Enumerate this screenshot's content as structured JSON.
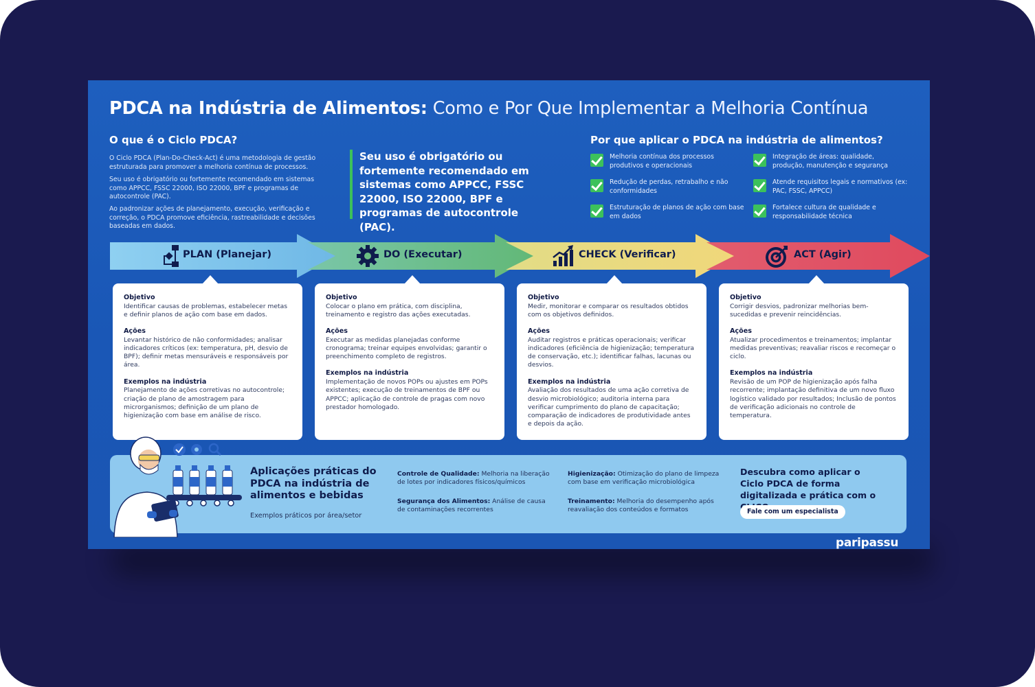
{
  "title": {
    "bold": "PDCA na Indústria de Alimentos:",
    "light": " Como e Por Que Implementar a Melhoria Contínua"
  },
  "intro": {
    "heading": "O que é o Ciclo PDCA?",
    "p1": "O Ciclo PDCA (Plan-Do-Check-Act) é uma metodologia de gestão estruturada para promover a melhoria contínua de processos.",
    "p2": "Seu uso é obrigatório ou fortemente recomendado em sistemas como APPCC, FSSC 22000, ISO 22000, BPF e programas de autocontrole (PAC).",
    "p3": "Ao padronizar ações de planejamento, execução, verificação e correção, o PDCA promove eficiência, rastreabilidade e decisões baseadas em dados."
  },
  "callout": "Seu uso é obrigatório ou fortemente recomendado em sistemas como APPCC, FSSC 22000, ISO 22000, BPF e programas de autocontrole (PAC).",
  "why": {
    "heading": "Por que aplicar o PDCA na indústria de alimentos?",
    "items": [
      "Melhoria contínua dos processos produtivos e operacionais",
      "Redução de perdas, retrabalho e não conformidades",
      "Estruturação de planos de ação com base em dados",
      "Integração de áreas: qualidade, produção, manutenção e segurança",
      "Atende requisitos legais e normativos (ex: PAC, FSSC, APPCC)",
      "Fortalece cultura de qualidade e responsabilidade técnica"
    ]
  },
  "phases": [
    {
      "label": "PLAN (Planejar)",
      "icon": "flowchart-icon",
      "color": "#7cc3ea",
      "objetivo": "Identificar causas de problemas, estabelecer metas e definir planos de ação com base em dados.",
      "acoes": "Levantar histórico de não conformidades; analisar indicadores críticos (ex: temperatura, pH, desvio de BPF); definir metas mensuráveis e responsáveis por área.",
      "exemplos": "Planejamento de ações corretivas no autocontrole; criação de plano de amostragem para microrganismos; definição de um plano de higienização com base em análise de risco."
    },
    {
      "label": "DO (Executar)",
      "icon": "gear-icon",
      "color": "#6bbe82",
      "objetivo": "Colocar o plano em prática, com disciplina, treinamento e registro das ações executadas.",
      "acoes": "Executar as medidas planejadas conforme cronograma; treinar equipes envolvidas; garantir o preenchimento completo de registros.",
      "exemplos": "Implementação de novos POPs ou ajustes em POPs existentes; execução de treinamentos de BPF ou APPCC; aplicação de controle de pragas com novo prestador homologado."
    },
    {
      "label": "CHECK (Verificar)",
      "icon": "bar-chart-icon",
      "color": "#ecd98a",
      "objetivo": "Medir, monitorar e comparar os resultados obtidos com os objetivos definidos.",
      "acoes": "Auditar registros e práticas operacionais; verificar indicadores (eficiência de higienização; temperatura de conservação, etc.); identificar falhas, lacunas ou desvios.",
      "exemplos": "Avaliação dos resultados de uma ação corretiva de desvio microbiológico; auditoria interna para verificar cumprimento do plano de capacitação; comparação de indicadores de produtividade antes e depois da ação."
    },
    {
      "label": "ACT (Agir)",
      "icon": "target-icon",
      "color": "#e2566a",
      "objetivo": "Corrigir desvios, padronizar melhorias bem-sucedidas e prevenir reincidências.",
      "acoes": "Atualizar procedimentos e treinamentos; implantar medidas preventivas; reavaliar riscos e recomeçar o ciclo.",
      "exemplos": "Revisão de um POP de higienização após falha recorrente; implantação definitiva de um novo fluxo logístico validado por resultados; Inclusão de pontos de verificação adicionais no controle de temperatura."
    }
  ],
  "card_labels": {
    "objetivo": "Objetivo",
    "acoes": "Ações",
    "exemplos": "Exemplos na indústria"
  },
  "bottom": {
    "title": "Aplicações práticas do PDCA na indústria de alimentos e bebidas",
    "subtitle": "Exemplos práticos por área/setor",
    "items": [
      {
        "label": "Controle de Qualidade:",
        "text": " Melhoria na liberação de lotes por indicadores físicos/químicos"
      },
      {
        "label": "Segurança dos Alimentos:",
        "text": " Análise de causa de contaminações recorrentes"
      },
      {
        "label": "Higienização:",
        "text": " Otimização do plano de limpeza com base em verificação microbiológica"
      },
      {
        "label": "Treinamento:",
        "text": " Melhoria do desempenho após reavaliação dos conteúdos e formatos"
      }
    ],
    "cta": "Descubra como aplicar o Ciclo PDCA de forma digitalizada e prática com o CLICQ",
    "button": "Fale com um especialista"
  },
  "logo": "paripassu",
  "colors": {
    "frame": "#1a1a4f",
    "poster": "#1b58b7",
    "green": "#3cc15b",
    "panel": "#8fc9ef"
  }
}
